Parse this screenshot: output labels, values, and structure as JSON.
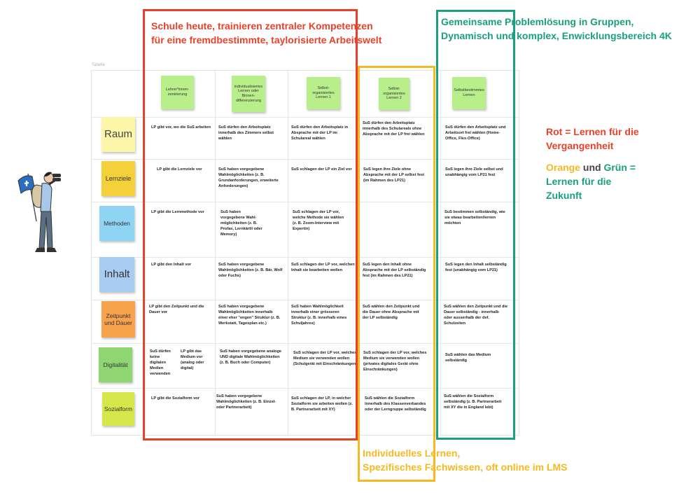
{
  "table_label": "Tabelle",
  "columns": [
    "Lehrer*innen-zentrierung",
    "individualisiertes Lernen oder Binnen-differenzierung",
    "Selbst-organisiertes Lernen 1",
    "Selbst-organisiertes Lernen 2",
    "Selbstbestimmtes Lernen"
  ],
  "rows": [
    {
      "label": "Raum",
      "color": "#fdf6a8",
      "cells": [
        "LP gibt vor, wo die SuS arbeiten",
        "SuS dürfen den Arbeitsplatz innerhalb des Zimmers selbst wählen",
        "SuS dürfen den Arbeitsplatz in Absprache mit der LP im Schulareal wählen",
        "SuS dürfen den Arbeitsplatz innerhalb des Schulareals ohne Absprache mit der LP frei wählen",
        "SuS dürfen den Arbeitsplatz und Arbeitsort frei wählen (Home-Office, Flex-Office)"
      ]
    },
    {
      "label": "Lernziele",
      "color": "#f4d03a",
      "cells": [
        "LP gibt die Lernziele vor",
        "SuS haben vorgegebene Wahlmöglichkeiten (z. B. Grundanforderungen, erweiterte Anforderungen)",
        "SuS schlagen der LP ein Ziel vor",
        "SuS legen ihre Ziele ohne Absprache mit der LP selbst fest (im Rahmen des LP21)",
        "SuS legen ihre Ziele selbst und unabhängig vom LP21 fest"
      ]
    },
    {
      "label": "Methoden",
      "color": "#8fd4f2",
      "cells": [
        "LP gibt die Lernmethode vor",
        "SuS haben vorgegebene Wahl-möglichkeiten (z. B. Profax, Lernkärtli oder Memory)",
        "SuS schlagen der LP vor, welche Methode sie wählen (z. B. Zoom-Interview mit Expertin)",
        "",
        "SuS bestimmen selbständig, wie sie etwas bearbeiten/lernen möchten"
      ]
    },
    {
      "label": "Inhalt",
      "color": "#a9ccf2",
      "cells": [
        "LP gibt den Inhalt vor",
        "SuS haben vorgegebene Wahlmöglichkeiten (z. B. Bär, Wolf oder Fuchs)",
        "SuS schlagen der LP vor, welchen Inhalt sie bearbeiten wollen",
        "SuS legen den Inhalt ohne Absprache mit der LP selbständig fest (im Rahmen des LP21)",
        "SuS legen den Inhalt selbständig fest (unabhängig vom LP21)"
      ]
    },
    {
      "label": "Zeitpunkt und Dauer",
      "color": "#f7a24c",
      "cells": [
        "LP gibt den Zeitpunkt und die Dauer vor",
        "SuS haben vorgegebene Wahlmöglichkeiten innerhalb einer eher \"engen\" Struktur (z. B. Werkstatt, Tagesplan etc.)",
        "SuS haben Wahlmöglichkeit innerhalb einer grösseren Struktur (z. B. innerhalb eines Schuljahres)",
        "SuS wählen den Zeitpunkt und die Dauer ohne Absprache mit der LP selbständig",
        "SuS wählen den Zeitpunkt und die Dauer selbständig - innerhalb oder ausserhalb der def. Schulzeiten"
      ]
    },
    {
      "label": "Digitalität",
      "color": "#8fd673",
      "cells": [
        "",
        "SuS haben vorgegebene analoge UND digitale Wahlmöglichkeiten (z. B. Buch oder Computer)",
        "SuS schlagen der LP vor, welches Medium sie verwenden wollen (Schulgerät mit Einschränkungen)",
        "SuS schlagen der LP vor, welches Medium sie verwenden wollen (privates digitales Gerät ohne Einschränkungen)",
        "SuS wählen das Medium selbständig"
      ]
    },
    {
      "label": "Sozialform",
      "color": "#d5e84a",
      "cells": [
        "LP gibt die Sozialform vor",
        "SuS haben vorgegebene Wahlmöglichkeiten (z. B. Einzel- oder Partnerarbeit)",
        "SuS schlagen der LP, in welcher Sozialform sie arbeiten wollen (z. B. Partnerarbeit mit XY)",
        "SuS wählen die Sozialform innerhalb des Klassenverbandes oder der Lerngruppe selbständig",
        "SuS wählen die Sozialform selbständig (z. B. Partnerarbeit mit XY die in England lebt)"
      ]
    }
  ],
  "digital_split": {
    "left": "SuS dürfen keine digitalen Medien verwenden",
    "right": "LP gibt das Medium vor (analog oder digital)"
  },
  "red_box": {
    "color": "#e8412a",
    "line1": "Schule heute, trainieren zentraler Kompetenzen",
    "line2": "für eine fremdbestimmte, taylorisierte Arbeitswelt"
  },
  "green_box": {
    "color": "#1aa07e",
    "line1": "Gemeinsame Problemlösung in Gruppen,",
    "line2": "Dynamisch und komplex, Enwicklungsbereich 4K"
  },
  "orange_box": {
    "color": "#f5b922",
    "line1": "Individuelles Lernen,",
    "line2": "Spezifisches Fachwissen, oft online im LMS"
  },
  "legend": {
    "red_line1": "Rot = Lernen für die",
    "red_line2": "Vergangenheit",
    "orange_word": "Orange",
    "und": " und ",
    "green_word": "Grün",
    "eq": " =",
    "future_line1": "Lernen für die",
    "future_line2": "Zukunft"
  }
}
